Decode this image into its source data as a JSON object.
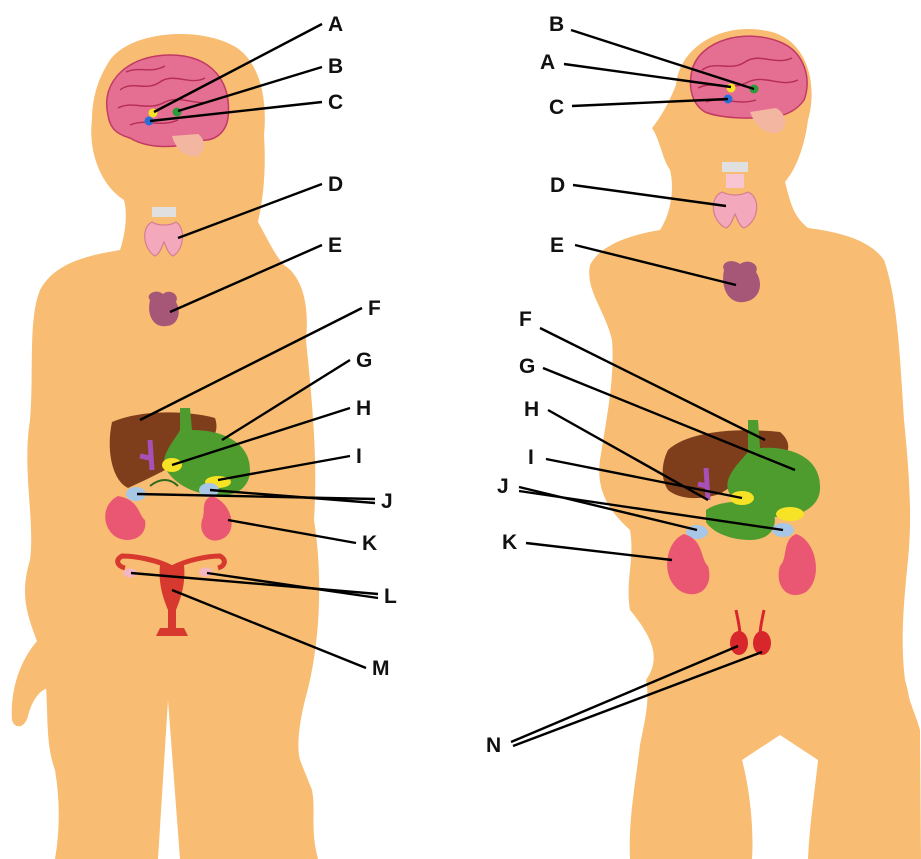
{
  "colors": {
    "body": "#f8bd72",
    "brain": "#e56f93",
    "liver": "#7e3e1c",
    "stomach": "#4e9c2e",
    "kidney": "#ea5773",
    "uterus": "#d8392f",
    "testis": "#d8262d",
    "thyroid": "#f3a9bb",
    "thymus": "#a65778",
    "pancreas": "#f7e325",
    "adrenal": "#a8c6e6"
  },
  "labels": {
    "female": {
      "A": "A",
      "B": "B",
      "C": "C",
      "D": "D",
      "E": "E",
      "F": "F",
      "G": "G",
      "H": "H",
      "I": "I",
      "J": "J",
      "K": "K",
      "L": "L",
      "M": "M"
    },
    "male": {
      "A": "A",
      "B": "B",
      "C": "C",
      "D": "D",
      "E": "E",
      "F": "F",
      "G": "G",
      "H": "H",
      "I": "I",
      "J": "J",
      "K": "K",
      "N": "N"
    }
  }
}
